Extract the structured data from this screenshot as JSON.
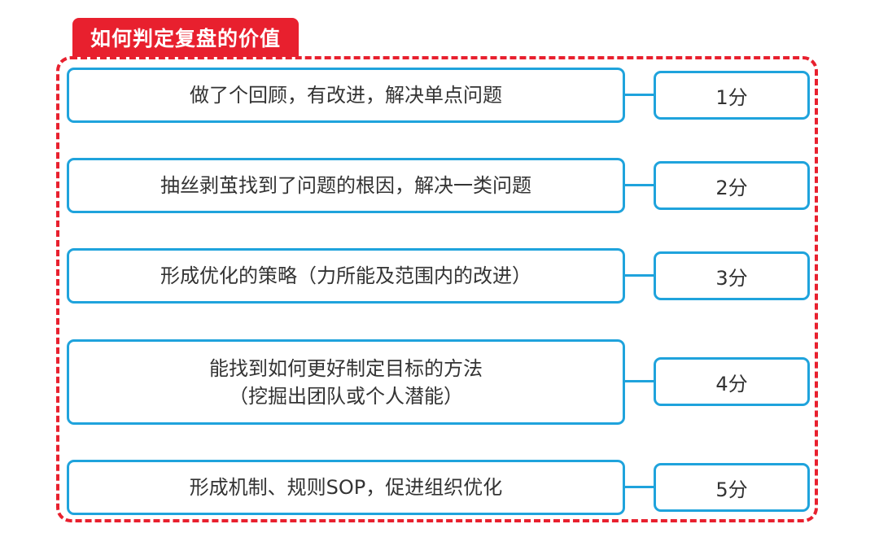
{
  "title": "如何判定复盘的价值",
  "levels": [
    {
      "lines": [
        "做了个回顾，有改进，解决单点问题"
      ],
      "score": "1分"
    },
    {
      "lines": [
        "抽丝剥茧找到了问题的根因，解决一类问题"
      ],
      "score": "2分"
    },
    {
      "lines": [
        "形成优化的策略（力所能及范围内的改进）"
      ],
      "score": "3分"
    },
    {
      "lines": [
        "能找到如何更好制定目标的方法",
        "（挖掘出团队或个人潜能）"
      ],
      "score": "4分"
    },
    {
      "lines": [
        "形成机制、规则SOP，促进组织优化"
      ],
      "score": "5分"
    }
  ],
  "colors": {
    "accent_red": "#e8202e",
    "box_blue": "#1fa3dc"
  }
}
